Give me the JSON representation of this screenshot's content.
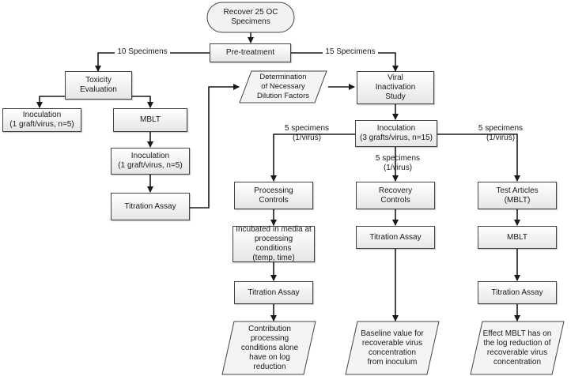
{
  "nodes": {
    "start": "Recover 25 OC\nSpecimens",
    "pretreatment": "Pre-treatment",
    "toxicity": "Toxicity\nEvaluation",
    "viral_study": "Viral\nInactivation\nStudy",
    "dilution": "Determination\nof Necessary\nDilution Factors",
    "inoc_left": "Inoculation\n(1 graft/virus, n=5)",
    "mblt_left": "MBLT",
    "inoc_mid": "Inoculation\n(1 graft/virus, n=5)",
    "titration_left": "Titration Assay",
    "inoc_main": "Inoculation\n(3 grafts/virus, n=15)",
    "processing": "Processing\nControls",
    "recovery": "Recovery\nControls",
    "test_articles": "Test Articles\n(MBLT)",
    "incubated": "Incubated in media at\nprocessing conditions\n(temp, time)",
    "titration_recovery": "Titration Assay",
    "mblt_right": "MBLT",
    "titration_processing": "Titration Assay",
    "titration_test": "Titration Assay",
    "out_processing": "Contribution\nprocessing\nconditions alone\nhave on log\nreduction",
    "out_recovery": "Baseline value for\nrecoverable virus\nconcentration\nfrom inoculum",
    "out_test": "Effect MBLT has on\nthe log reduction of\nrecoverable virus\nconcentration"
  },
  "edge_labels": {
    "ten_specimens": "10 Specimens",
    "fifteen_specimens": "15 Specimens",
    "five_left": "5 specimens\n(1/virus)",
    "five_mid": "5 specimens\n(1/virus)",
    "five_right": "5 specimens\n(1/virus)"
  }
}
